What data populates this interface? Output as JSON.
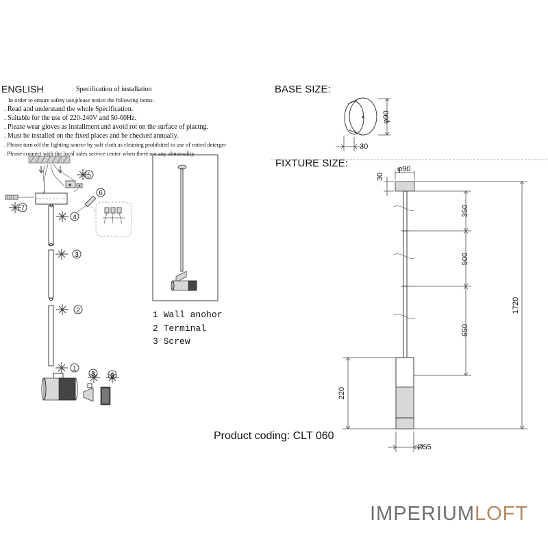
{
  "instructions": {
    "language": "ENGLISH",
    "title": "Specification of installation",
    "intro": "In order to ensure safety use,please notice the following items:",
    "rules": [
      "Read and understand the whole Specification.",
      "Suitable for the use of 220-240V and 50-60Hz.",
      "Please wear gloves as installment and avoid rot on the surface of plactng.",
      "Must be installed on the fixed places and be checked annually.",
      "Please turn off the lighting source by soft cloth as cleaning prohibited to use of rotted deterger",
      "Please connect with the local sales service center when there are any abnomality."
    ],
    "bullet": "."
  },
  "assembly": {
    "callouts": [
      "1",
      "2",
      "3",
      "4",
      "5",
      "6",
      "7",
      "8",
      "9"
    ]
  },
  "legend": [
    {
      "num": "1",
      "label": "Wall anohor"
    },
    {
      "num": "2",
      "label": "Terminal"
    },
    {
      "num": "3",
      "label": "Screw"
    }
  ],
  "base_size": {
    "title": "BASE SIZE:",
    "diameter": "φ90",
    "height": "30"
  },
  "fixture_size": {
    "title": "FIXTURE SIZE:",
    "top_diameter": "φ90",
    "canopy_height": "30",
    "segment_1": "350",
    "segment_2": "500",
    "segment_3": "650",
    "overall": "1720",
    "lamp_height": "220",
    "lamp_diameter": "Ø55"
  },
  "product_coding": "Product coding: CLT 060",
  "brand": {
    "part_a": "IMPERIUM",
    "part_b": "LOFT"
  }
}
